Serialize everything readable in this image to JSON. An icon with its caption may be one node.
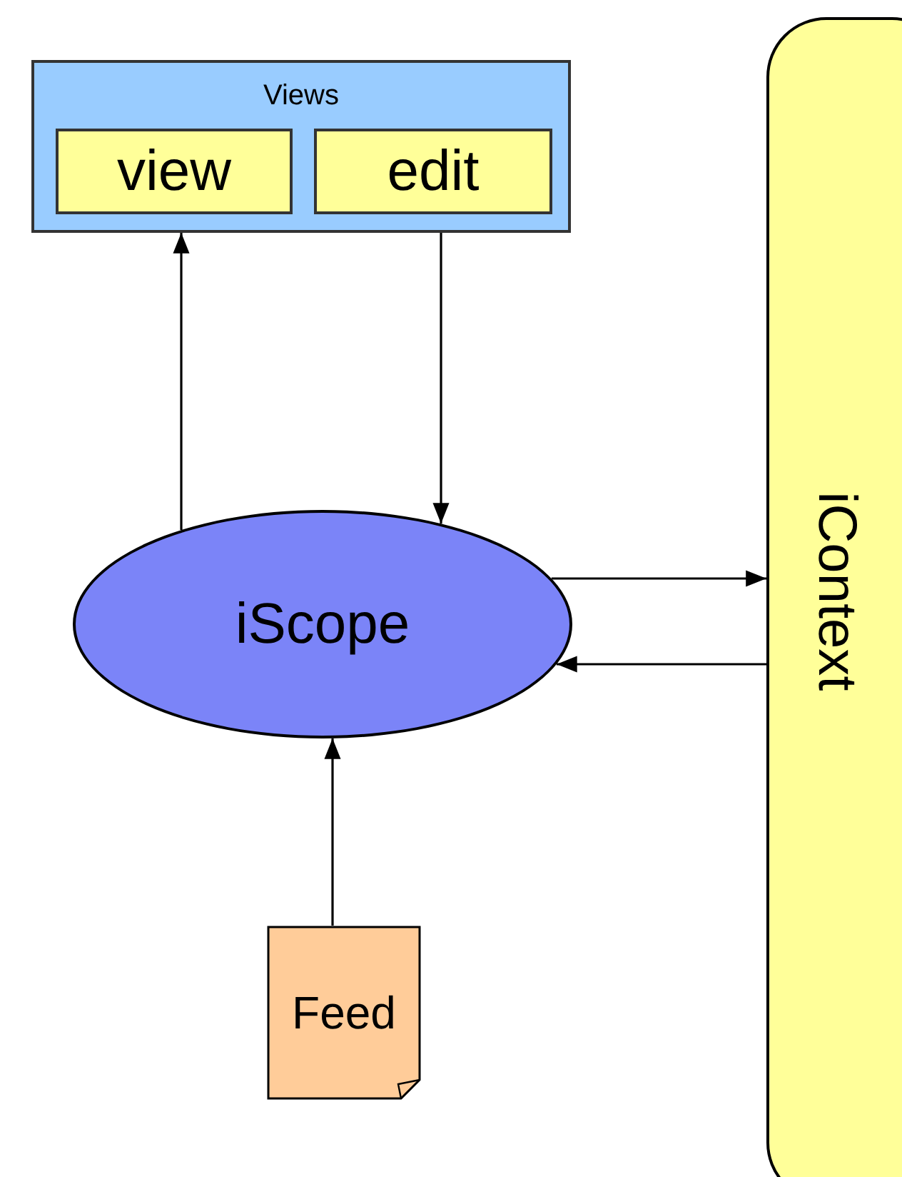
{
  "diagram": {
    "nodes": [
      {
        "text": [
          "Views"
        ]
      },
      {
        "text": [
          "view"
        ],
        "in": 0
      },
      {
        "text": [
          "edit"
        ],
        "in": 0
      },
      {
        "text": [
          "iScope"
        ]
      },
      {
        "text": [
          "iContext"
        ]
      },
      {
        "text": [
          "Feed"
        ]
      }
    ],
    "edges": [
      {
        "from": 3,
        "to": 0,
        "arrow": "to"
      },
      {
        "from": 0,
        "to": 3,
        "arrow": "to"
      },
      {
        "from": 3,
        "to": 4,
        "arrow": "to"
      },
      {
        "from": 4,
        "to": 3,
        "arrow": "to"
      },
      {
        "from": 5,
        "to": 3,
        "arrow": "to"
      }
    ]
  }
}
